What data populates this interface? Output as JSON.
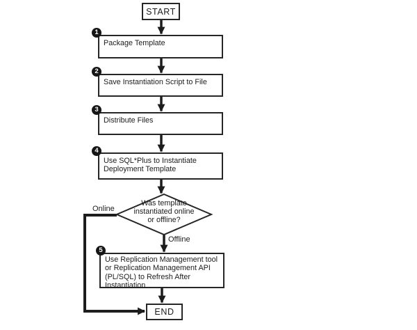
{
  "diagram": {
    "colors": {
      "background": "#ffffff",
      "line": "#1d1d1d",
      "text": "#1c1c1c",
      "badge_background": "#161616",
      "badge_text": "#ffffff"
    },
    "nodes": {
      "start": {
        "label": "START"
      },
      "step1": {
        "number": "1",
        "lines": [
          "Package Template"
        ]
      },
      "step2": {
        "number": "2",
        "lines": [
          "Save Instantiation Script to File"
        ]
      },
      "step3": {
        "number": "3",
        "lines": [
          "Distribute Files"
        ]
      },
      "step4": {
        "number": "4",
        "lines": [
          "Use SQL*Plus to Instantiate",
          "Deployment Template"
        ]
      },
      "decision": {
        "lines": [
          "Was template",
          "instantiated online",
          "or offline?"
        ]
      },
      "step5": {
        "number": "5",
        "lines": [
          "Use Replication Management tool",
          "or Replication Management API",
          "(PL/SQL) to Refresh After",
          "Instantiation"
        ]
      },
      "end": {
        "label": "END"
      }
    },
    "branches": {
      "online": "Online",
      "offline": "Offline"
    }
  }
}
